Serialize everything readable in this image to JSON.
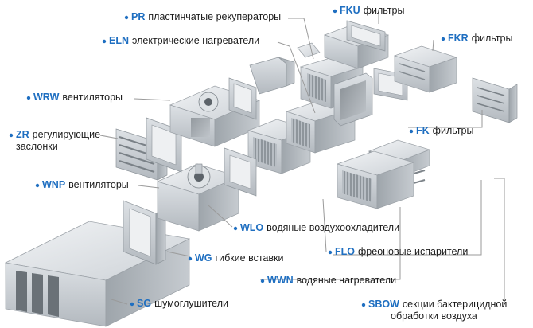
{
  "diagram": {
    "labels": [
      {
        "id": "pr",
        "code": "PR",
        "text": "пластинчатые рекуператоры"
      },
      {
        "id": "eln",
        "code": "ELN",
        "text": "электрические нагреватели"
      },
      {
        "id": "fku",
        "code": "FKU",
        "text": "фильтры"
      },
      {
        "id": "fkr",
        "code": "FKR",
        "text": "фильтры"
      },
      {
        "id": "wrw",
        "code": "WRW",
        "text": "вентиляторы"
      },
      {
        "id": "zr",
        "code": "ZR",
        "text": "регулирующие",
        "text2": "заслонки"
      },
      {
        "id": "fk",
        "code": "FK",
        "text": "фильтры"
      },
      {
        "id": "wnp",
        "code": "WNP",
        "text": "вентиляторы"
      },
      {
        "id": "wlo",
        "code": "WLO",
        "text": "водяные воздухоохладители"
      },
      {
        "id": "wg",
        "code": "WG",
        "text": "гибкие вставки"
      },
      {
        "id": "flo",
        "code": "FLO",
        "text": "фреоновые испарители"
      },
      {
        "id": "wwn",
        "code": "WWN",
        "text": "водяные нагреватели"
      },
      {
        "id": "sg",
        "code": "SG",
        "text": "шумоглушители"
      },
      {
        "id": "sbow",
        "code": "SBOW",
        "text": "секции бактерицидной",
        "text2": "обработки воздуха"
      }
    ]
  }
}
